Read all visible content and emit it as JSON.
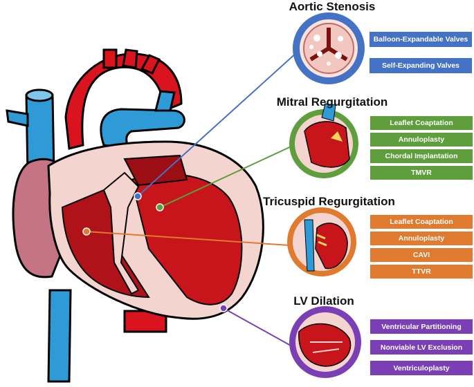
{
  "sections": [
    {
      "title": "Aortic Stenosis",
      "color": "#4472c4",
      "items": [
        "Balloon-Expandable Valves",
        "Self-Expanding Valves"
      ]
    },
    {
      "title": "Mitral Regurgitation",
      "color": "#5f9e3c",
      "items": [
        "Leaflet Coaptation",
        "Annuloplasty",
        "Chordal Implantation",
        "TMVR"
      ]
    },
    {
      "title": "Tricuspid Regurgitation",
      "color": "#e07a2e",
      "items": [
        "Leaflet Coaptation",
        "Annuloplasty",
        "CAVI",
        "TTVR"
      ]
    },
    {
      "title": "LV Dilation",
      "color": "#7b3fb5",
      "items": [
        "Ventricular Partitioning",
        "Nonviable LV Exclusion",
        "Ventriculoplasty"
      ]
    }
  ],
  "colors": {
    "heart_red": "#d9141e",
    "heart_dark": "#9b0f14",
    "vein_blue": "#2f9bd6",
    "atrium_pink": "#c47482",
    "wall_pink": "#f4d4cf"
  }
}
